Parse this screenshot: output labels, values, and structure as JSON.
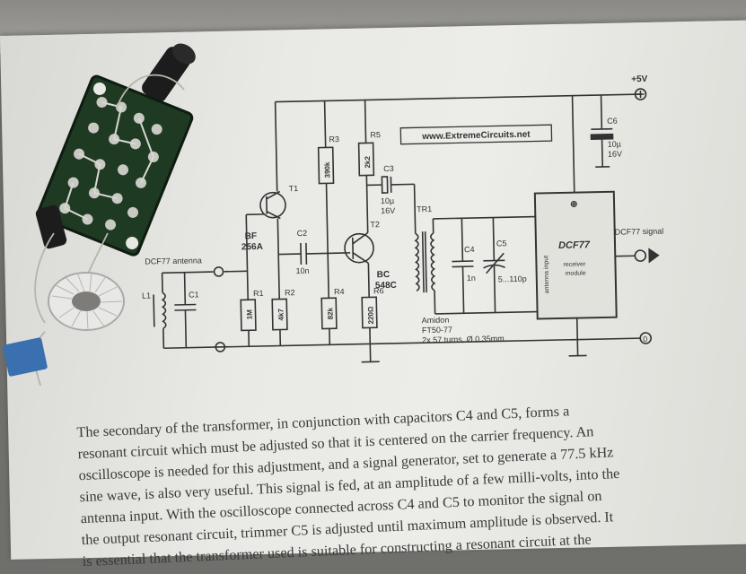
{
  "schematic": {
    "website": "www.ExtremeCircuits.net",
    "supply_label": "+5V",
    "ground_label": "0",
    "antenna_label": "DCF77 antenna",
    "signal_label": "DCF77 signal",
    "module": {
      "title": "DCF77",
      "subtitle_line1": "receiver",
      "subtitle_line2": "module",
      "input_label": "antenna input",
      "plus_symbol": "⊕"
    },
    "transistors": [
      {
        "ref": "T1",
        "type_line1": "BF",
        "type_line2": "256A"
      },
      {
        "ref": "T2",
        "type_line1": "BC",
        "type_line2": "548C"
      }
    ],
    "resistors": [
      {
        "ref": "R1",
        "value": "1M"
      },
      {
        "ref": "R2",
        "value": "4k7"
      },
      {
        "ref": "R3",
        "value": "390k"
      },
      {
        "ref": "R4",
        "value": "82k"
      },
      {
        "ref": "R5",
        "value": "2k2"
      },
      {
        "ref": "R6",
        "value": "220Ω"
      }
    ],
    "capacitors": [
      {
        "ref": "C1",
        "value": ""
      },
      {
        "ref": "C2",
        "value": "10n"
      },
      {
        "ref": "C3",
        "value_line1": "10µ",
        "value_line2": "16V"
      },
      {
        "ref": "C4",
        "value": "1n"
      },
      {
        "ref": "C5",
        "value": "5...110p"
      },
      {
        "ref": "C6",
        "value_line1": "10µ",
        "value_line2": "16V"
      }
    ],
    "inductor": {
      "ref": "L1"
    },
    "transformer": {
      "ref": "TR1",
      "core_line1": "Amidon",
      "core_line2": "FT50-77",
      "core_line3": "2x 57 turns, Ø 0.35mm"
    }
  },
  "body_text": [
    "The secondary of the transformer, in conjunction with capacitors C4 and C5, forms a",
    "resonant circuit which must be adjusted so that it is centered on the carrier frequency. An",
    "oscilloscope is needed for this adjustment, and a signal generator, set to generate a 77.5 kHz",
    "sine wave, is also very useful. This signal is fed, at an amplitude of a few milli-volts, into the",
    "antenna input. With the oscilloscope connected across C4 and C5 to monitor the signal on",
    "the output resonant circuit, trimmer C5 is adjusted until maximum amplitude is observed. It",
    "is essential that the transformer used is suitable for constructing a resonant circuit at the"
  ],
  "colors": {
    "paper": "#ebebe7",
    "ink": "#333333",
    "pcb": "#1f3a22",
    "toroid": "#e8e8e6",
    "capacitor": "#1c1c1c",
    "trimmer": "#3a6fb0"
  }
}
